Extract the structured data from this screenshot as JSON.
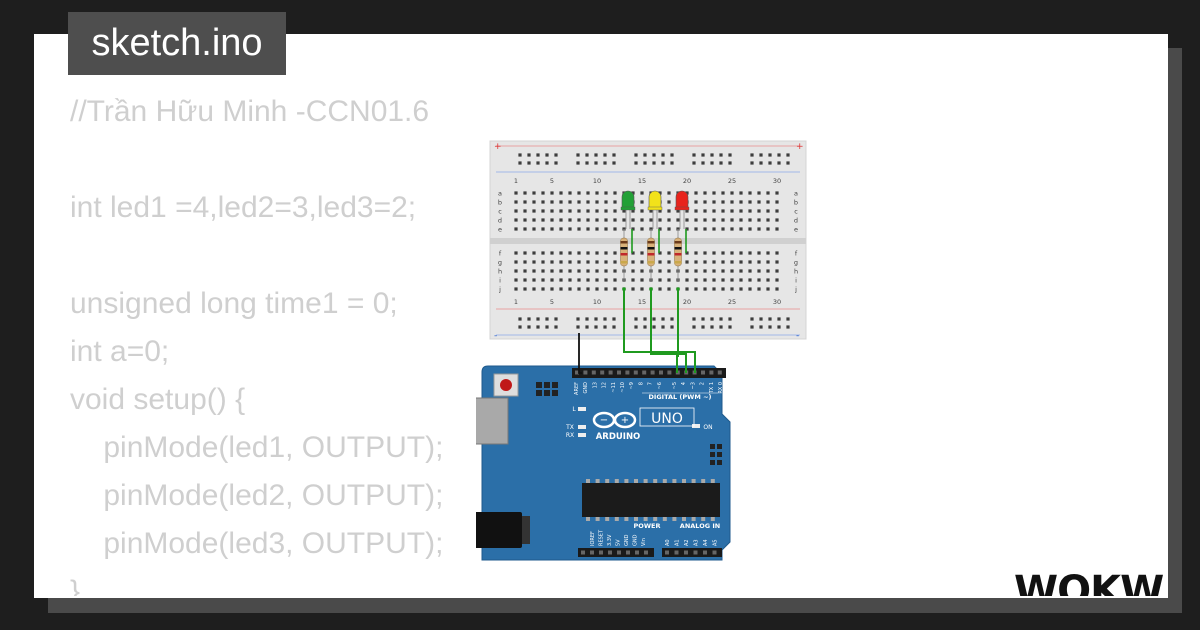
{
  "tab": {
    "title": "sketch.ino"
  },
  "code": {
    "lines": [
      "//Trần Hữu Minh -CCN01.6",
      "",
      "int led1 =4,led2=3,led3=2;",
      "",
      "unsigned long time1 = 0;",
      "int a=0;",
      "void setup() {",
      "    pinMode(led1, OUTPUT);",
      "    pinMode(led2, OUTPUT);",
      "    pinMode(led3, OUTPUT);",
      "}"
    ]
  },
  "breadboard": {
    "column_numbers": [
      "1",
      "5",
      "10",
      "15",
      "20",
      "25",
      "30"
    ],
    "row_letters_top": [
      "a",
      "b",
      "c",
      "d",
      "e"
    ],
    "row_letters_bottom": [
      "f",
      "g",
      "h",
      "i",
      "j"
    ],
    "rail_plus": "+",
    "rail_minus": "-"
  },
  "arduino": {
    "brand": "ARDUINO",
    "model": "UNO",
    "digital_label": "DIGITAL (PWM ~)",
    "power_label": "POWER",
    "analog_label": "ANALOG IN",
    "on_label": "ON",
    "l_label": "L",
    "tx_label": "TX",
    "rx_label": "RX",
    "digital_pins": [
      "AREF",
      "GND",
      "13",
      "12",
      "~11",
      "~10",
      "~9",
      "8",
      "7",
      "~6",
      "~5",
      "4",
      "~3",
      "2",
      "TX 1",
      "RX 0"
    ],
    "power_pins": [
      "IOREF",
      "RESET",
      "3.3V",
      "5V",
      "GND",
      "GND",
      "Vin"
    ],
    "analog_pins": [
      "A0",
      "A1",
      "A2",
      "A3",
      "A4",
      "A5"
    ]
  },
  "leds": [
    {
      "color": "#22a036"
    },
    {
      "color": "#f2e21a"
    },
    {
      "color": "#e8241c"
    }
  ],
  "colors": {
    "board_blue": "#2b6fa8",
    "wire_green": "#1f9a1f",
    "wire_black": "#111111"
  },
  "logo": {
    "text": "WOKWi"
  }
}
